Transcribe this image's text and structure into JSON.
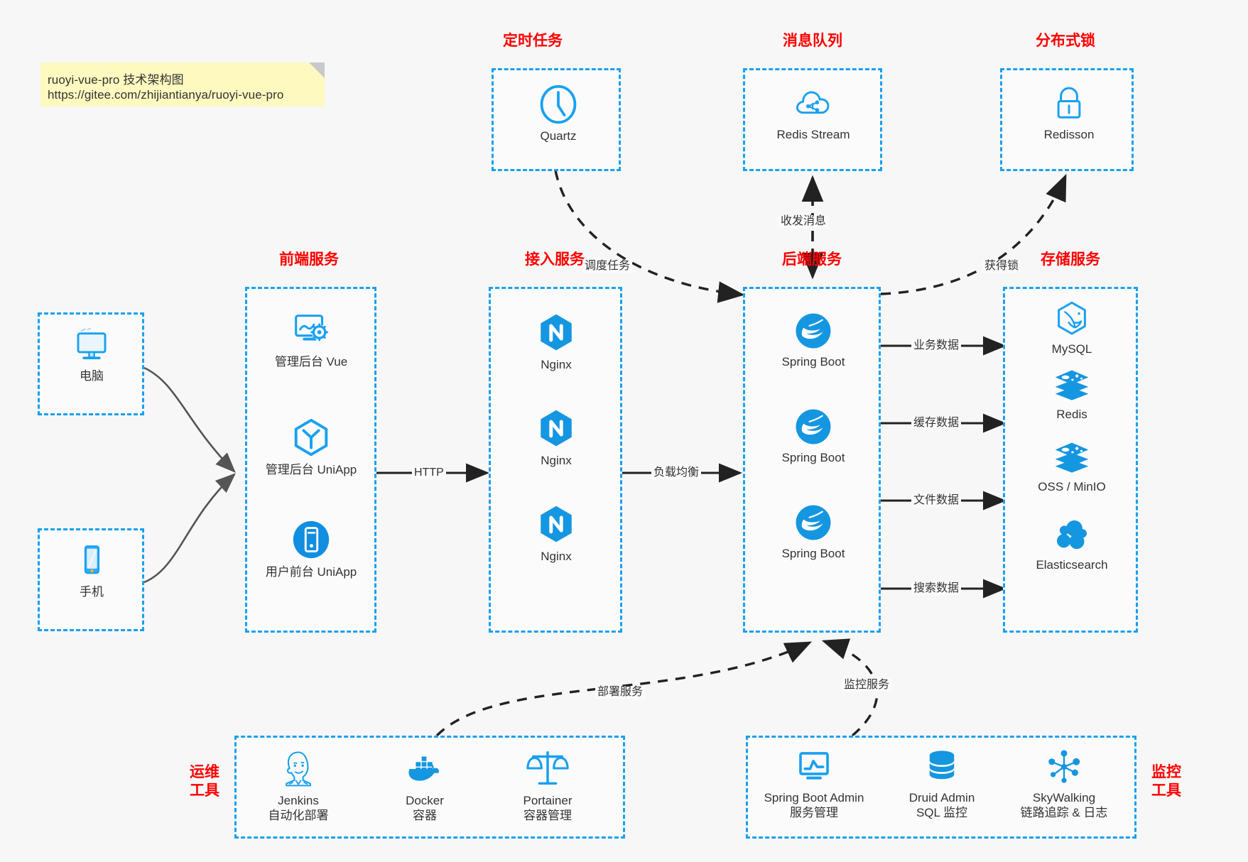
{
  "note": {
    "line1": "ruoyi-vue-pro 技术架构图",
    "line2": "https://gitee.com/zhijiantianya/ruoyi-vue-pro"
  },
  "colors": {
    "accent": "#18a0f0",
    "group_title": "#ff0000",
    "canvas": "#f7f7f7",
    "box_fill": "#fbfbfb",
    "note_fill": "#fdf9bf",
    "edge": "#333333"
  },
  "groups": {
    "scheduler": {
      "title": "定时任务",
      "nodes": [
        {
          "label": "Quartz",
          "icon": "clock-icon"
        }
      ]
    },
    "mq": {
      "title": "消息队列",
      "nodes": [
        {
          "label": "Redis Stream",
          "icon": "cloud-stream-icon"
        }
      ]
    },
    "lock": {
      "title": "分布式锁",
      "nodes": [
        {
          "label": "Redisson",
          "icon": "lock-icon"
        }
      ]
    },
    "clients": {
      "nodes": [
        {
          "label": "电脑",
          "icon": "desktop-icon"
        },
        {
          "label": "手机",
          "icon": "mobile-icon"
        }
      ]
    },
    "frontend": {
      "title": "前端服务",
      "nodes": [
        {
          "label": "管理后台 Vue",
          "icon": "dashboard-gear-icon"
        },
        {
          "label": "管理后台 UniApp",
          "icon": "hexagon-uniapp-icon"
        },
        {
          "label": "用户前台 UniApp",
          "icon": "phone-circle-icon"
        }
      ]
    },
    "gateway": {
      "title": "接入服务",
      "nodes": [
        {
          "label": "Nginx",
          "icon": "nginx-icon"
        },
        {
          "label": "Nginx",
          "icon": "nginx-icon"
        },
        {
          "label": "Nginx",
          "icon": "nginx-icon"
        }
      ]
    },
    "backend": {
      "title": "后端服务",
      "nodes": [
        {
          "label": "Spring Boot",
          "icon": "spring-boot-icon"
        },
        {
          "label": "Spring Boot",
          "icon": "spring-boot-icon"
        },
        {
          "label": "Spring Boot",
          "icon": "spring-boot-icon"
        }
      ]
    },
    "storage": {
      "title": "存储服务",
      "nodes": [
        {
          "label": "MySQL",
          "icon": "mysql-icon"
        },
        {
          "label": "Redis",
          "icon": "redis-icon"
        },
        {
          "label": "OSS / MinIO",
          "icon": "redis-icon"
        },
        {
          "label": "Elasticsearch",
          "icon": "elasticsearch-icon"
        }
      ]
    },
    "devops": {
      "title": "运维\n工具",
      "title_line1": "运维",
      "title_line2": "工具",
      "nodes": [
        {
          "label": "Jenkins",
          "sublabel": "自动化部署",
          "icon": "jenkins-icon"
        },
        {
          "label": "Docker",
          "sublabel": "容器",
          "icon": "docker-icon"
        },
        {
          "label": "Portainer",
          "sublabel": "容器管理",
          "icon": "scales-icon"
        }
      ]
    },
    "monitor": {
      "title_line1": "监控",
      "title_line2": "工具",
      "nodes": [
        {
          "label": "Spring Boot Admin",
          "sublabel": "服务管理",
          "icon": "monitor-chart-icon"
        },
        {
          "label": "Druid Admin",
          "sublabel": "SQL 监控",
          "icon": "database-icon"
        },
        {
          "label": "SkyWalking",
          "sublabel": "链路追踪 & 日志",
          "icon": "skywalking-icon"
        }
      ]
    }
  },
  "edges": [
    {
      "id": "schedule-task",
      "label": "调度任务"
    },
    {
      "id": "send-receive",
      "label": "收发消息"
    },
    {
      "id": "acquire-lock",
      "label": "获得锁"
    },
    {
      "id": "http",
      "label": "HTTP"
    },
    {
      "id": "load-balance",
      "label": "负载均衡"
    },
    {
      "id": "business-data",
      "label": "业务数据"
    },
    {
      "id": "cache-data",
      "label": "缓存数据"
    },
    {
      "id": "file-data",
      "label": "文件数据"
    },
    {
      "id": "search-data",
      "label": "搜索数据"
    },
    {
      "id": "deploy-service",
      "label": "部署服务"
    },
    {
      "id": "monitor-service",
      "label": "监控服务"
    }
  ]
}
